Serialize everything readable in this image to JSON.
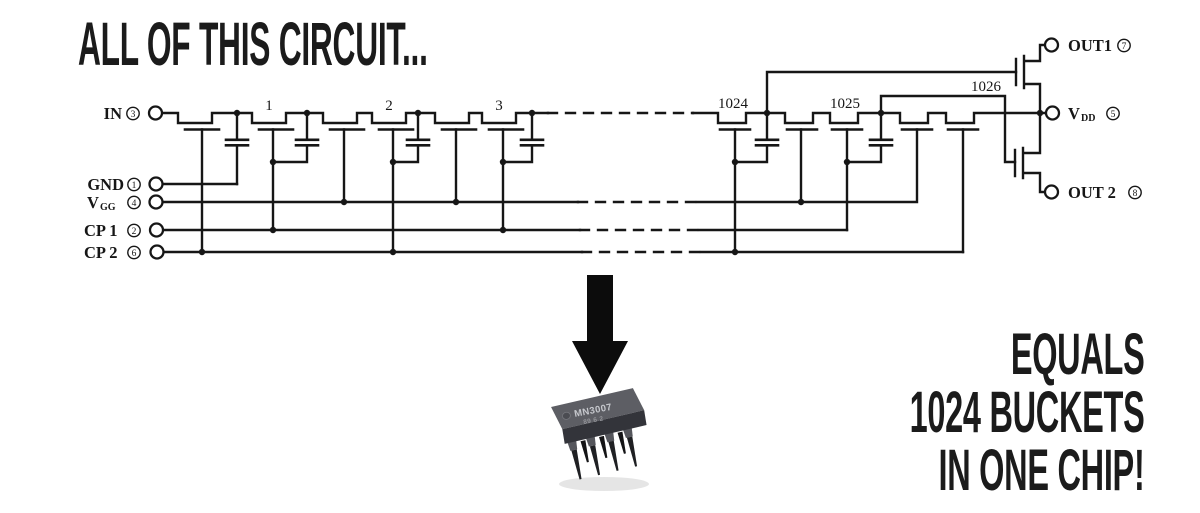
{
  "title": "ALL OF THIS CIRCUIT...",
  "schematic": {
    "pins": {
      "in": {
        "name": "IN",
        "num": "3"
      },
      "gnd": {
        "name": "GND",
        "num": "1"
      },
      "vgg": {
        "name": "V",
        "sub": "GG",
        "num": "4"
      },
      "cp1": {
        "name": "CP 1",
        "num": "2"
      },
      "cp2": {
        "name": "CP 2",
        "num": "6"
      },
      "out1": {
        "name": "OUT1",
        "num": "7"
      },
      "vdd": {
        "name": "V",
        "sub": "DD",
        "num": "5"
      },
      "out2": {
        "name": "OUT 2",
        "num": "8"
      }
    },
    "stage_labels": [
      "1",
      "2",
      "3",
      "1024",
      "1025",
      "1026"
    ]
  },
  "chip": {
    "marking_line1": "MN3007",
    "marking_line2": "89 6 2"
  },
  "conclusion": {
    "line1": "EQUALS",
    "line2": "1024 BUCKETS",
    "line3": "IN ONE CHIP!"
  },
  "colors": {
    "ink": "#161616",
    "paper": "#ffffff",
    "chip_body": "#33343a",
    "chip_top": "#5d5e64"
  }
}
